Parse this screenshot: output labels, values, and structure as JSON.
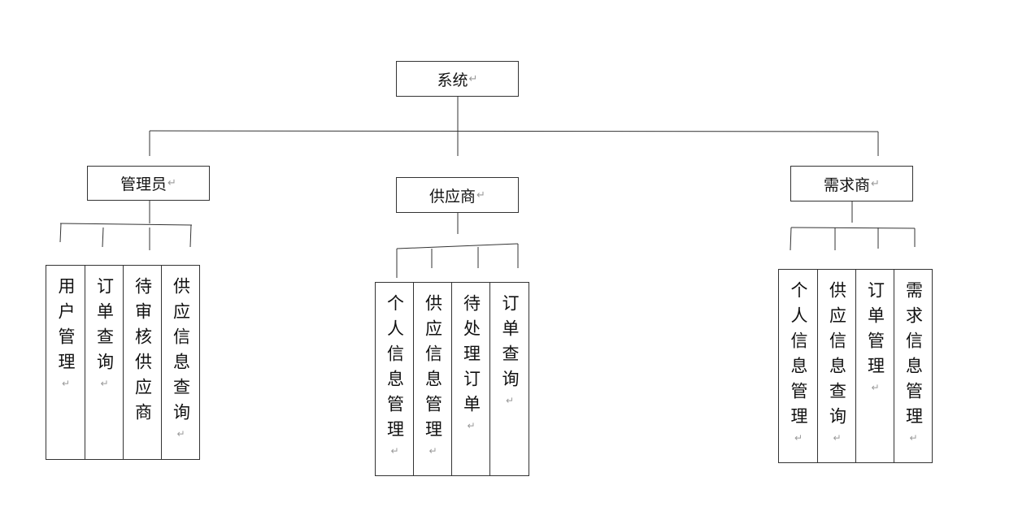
{
  "root": {
    "label": "系统"
  },
  "groups": [
    {
      "label": "管理员",
      "items": [
        "用户管理",
        "订单查询",
        "待审核供应商",
        "供应信息查询"
      ]
    },
    {
      "label": "供应商",
      "items": [
        "个人信息管理",
        "供应信息管理",
        "待处理订单",
        "订单查询"
      ]
    },
    {
      "label": "需求商",
      "items": [
        "个人信息管理",
        "供应信息查询",
        "订单管理",
        "需求信息管理"
      ]
    }
  ],
  "paragraph_mark": "↵",
  "colors": {
    "line": "#333333",
    "mark": "#999999"
  }
}
